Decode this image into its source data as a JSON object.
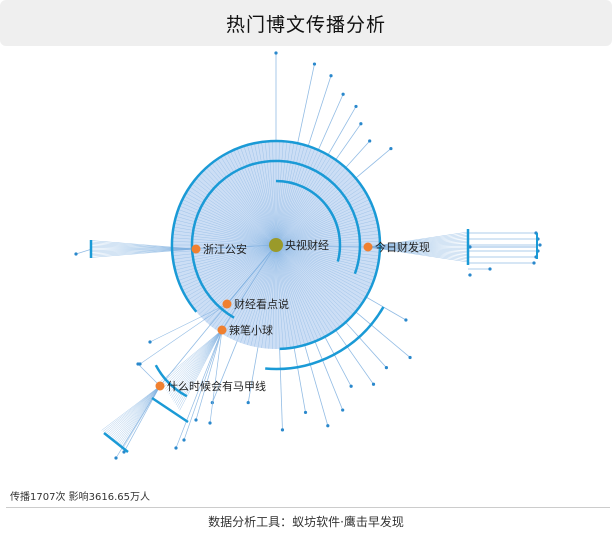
{
  "header": {
    "title": "热门博文传播分析"
  },
  "graph": {
    "root": {
      "name": "央视财经",
      "color": "#9a9a2a"
    },
    "nodes": [
      {
        "name": "浙江公安",
        "color": "#f08030"
      },
      {
        "name": "今日财发现",
        "color": "#f08030"
      },
      {
        "name": "财经看点说",
        "color": "#f08030"
      },
      {
        "name": "辣笔小球",
        "color": "#f08030"
      },
      {
        "name": "什么时候会有马甲线",
        "color": "#f08030"
      }
    ],
    "colors": {
      "edge": "#7fb0e0",
      "arc": "#1a9ad6",
      "fill": "#c3d8f3"
    }
  },
  "stats": {
    "text": "传播1707次 影响3616.65万人"
  },
  "footer": {
    "text": "数据分析工具：蚁坊软件·鹰击早发现"
  }
}
